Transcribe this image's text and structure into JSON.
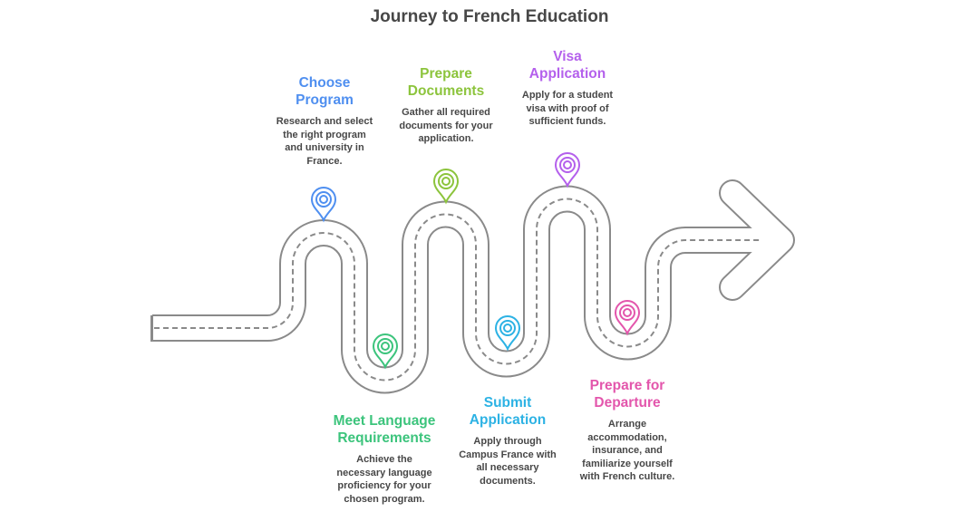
{
  "title": "Journey to French Education",
  "steps": [
    {
      "title_lines": [
        "Choose",
        "Program"
      ],
      "desc_lines": [
        "Research and select",
        "the right program",
        "and university in",
        "France."
      ],
      "color": "#4f8ff0",
      "icon": "map-pin-icon"
    },
    {
      "title_lines": [
        "Meet Language",
        "Requirements"
      ],
      "desc_lines": [
        "Achieve the",
        "necessary language",
        "proficiency for your",
        "chosen program."
      ],
      "color": "#3cc47c",
      "icon": "map-pin-icon"
    },
    {
      "title_lines": [
        "Prepare",
        "Documents"
      ],
      "desc_lines": [
        "Gather all required",
        "documents for your",
        "application."
      ],
      "color": "#8cc43c",
      "icon": "map-pin-icon"
    },
    {
      "title_lines": [
        "Submit",
        "Application"
      ],
      "desc_lines": [
        "Apply through",
        "Campus France with",
        "all necessary",
        "documents."
      ],
      "color": "#2cb2e4",
      "icon": "map-pin-icon"
    },
    {
      "title_lines": [
        "Visa",
        "Application"
      ],
      "desc_lines": [
        "Apply for a student",
        "visa with proof of",
        "sufficient funds."
      ],
      "color": "#b460ec",
      "icon": "map-pin-icon"
    },
    {
      "title_lines": [
        "Prepare for",
        "Departure"
      ],
      "desc_lines": [
        "Arrange",
        "accommodation,",
        "insurance, and",
        "familiarize yourself",
        "with French culture."
      ],
      "color": "#e356ac",
      "icon": "map-pin-icon"
    }
  ]
}
